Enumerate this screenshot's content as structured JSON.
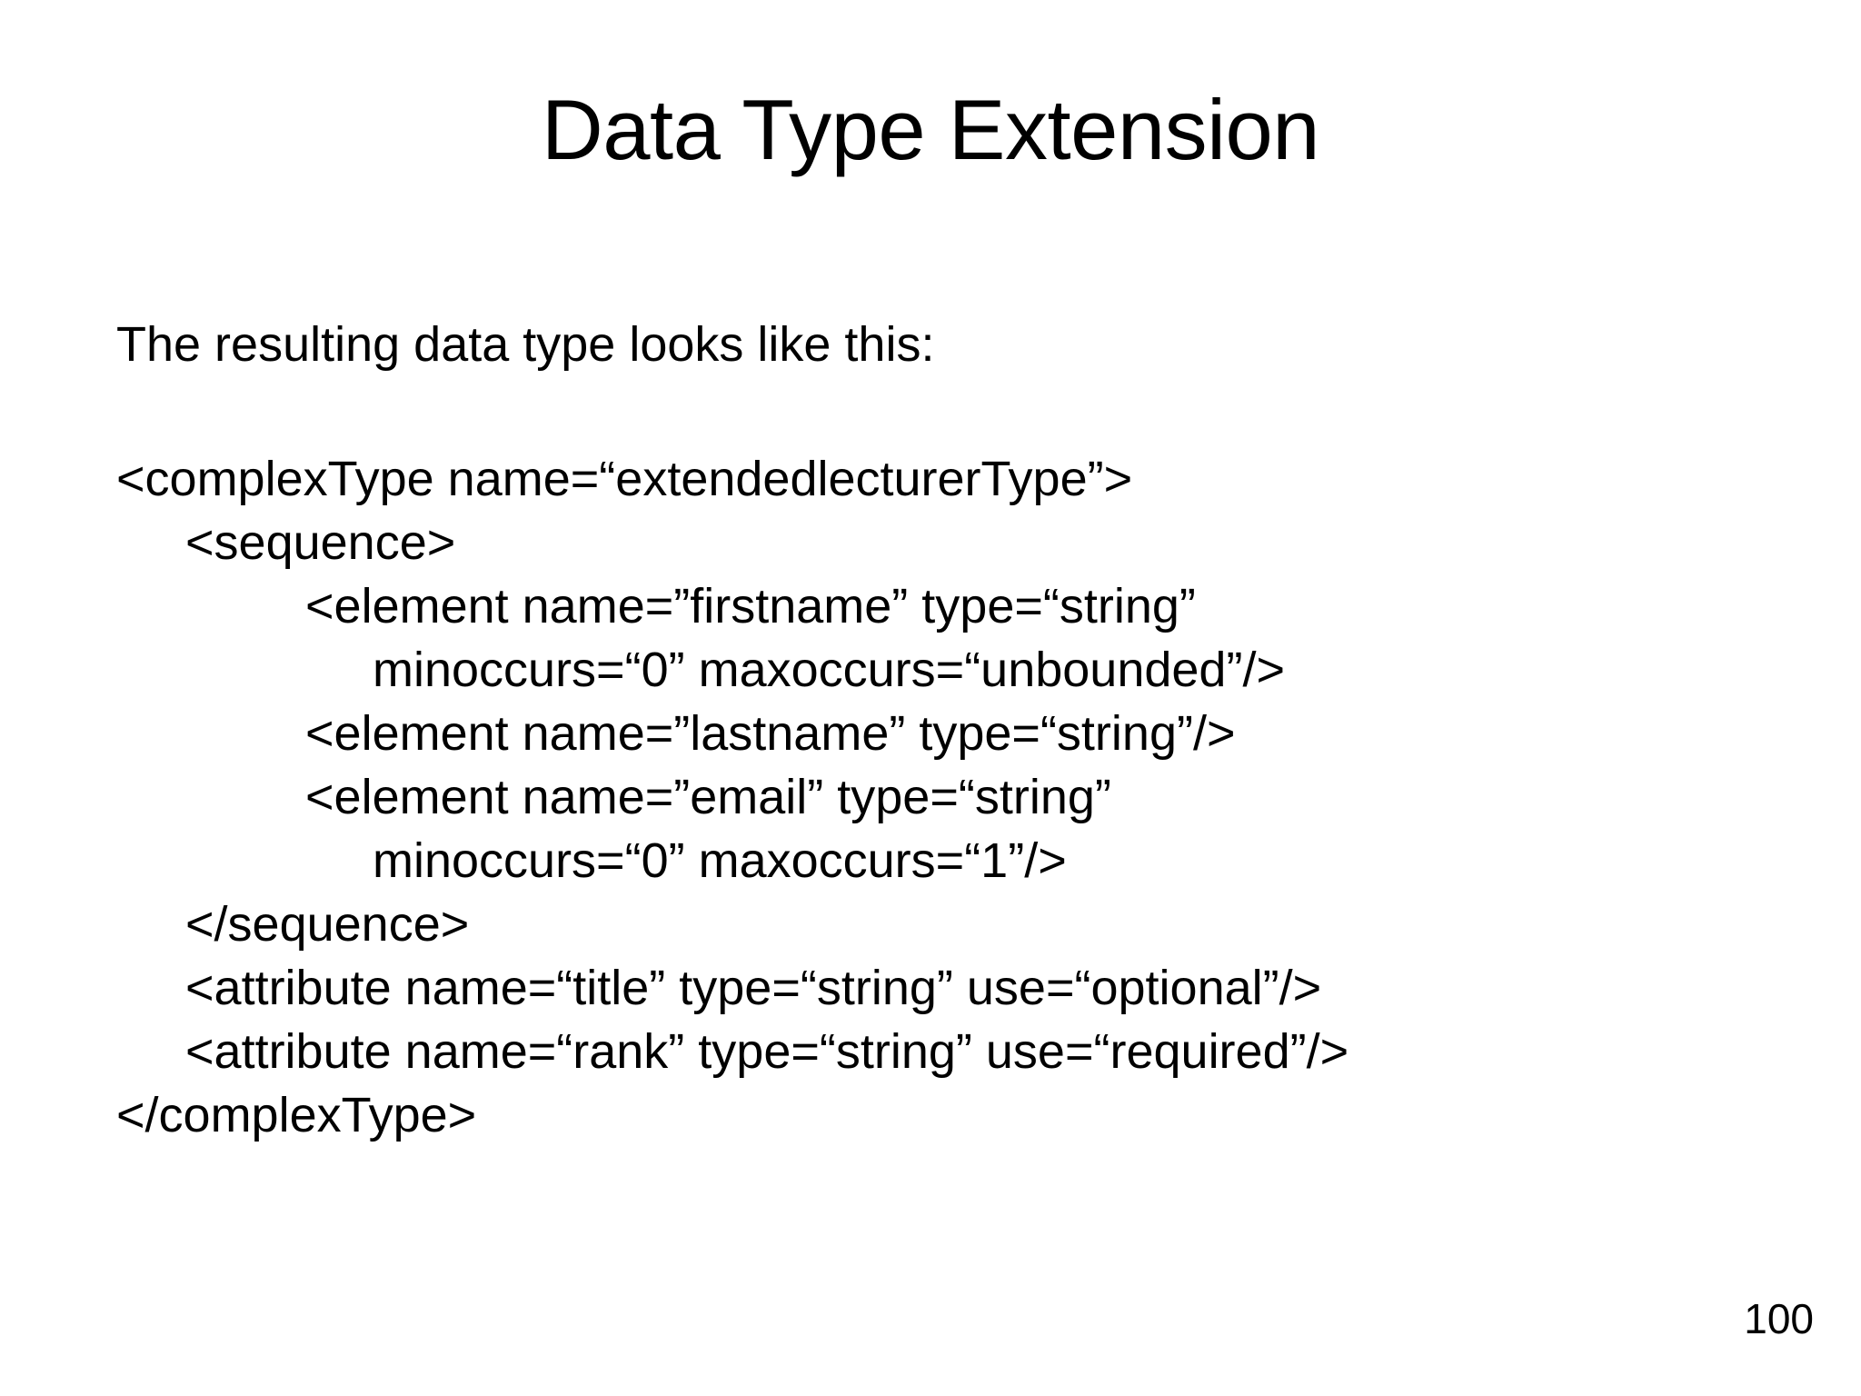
{
  "slide": {
    "title": "Data Type Extension",
    "page_number": "100",
    "background_color": "#ffffff",
    "text_color": "#000000"
  },
  "body": {
    "intro": "The resulting data type looks like this:",
    "code_lines": [
      {
        "indent": 0,
        "text": "<complexType name=“extendedlecturerType”>"
      },
      {
        "indent": 1,
        "text": "<sequence>"
      },
      {
        "indent": 2,
        "text": "<element name=”firstname” type=“string”"
      },
      {
        "indent": 3,
        "text": "minoccurs=“0” maxoccurs=“unbounded”/>"
      },
      {
        "indent": 2,
        "text": "<element name=”lastname” type=“string”/>"
      },
      {
        "indent": 2,
        "text": "<element name=”email” type=“string”"
      },
      {
        "indent": 3,
        "text": "minoccurs=“0” maxoccurs=“1”/>"
      },
      {
        "indent": 1,
        "text": "</sequence>"
      },
      {
        "indent": 1,
        "text": "<attribute name=“title” type=“string” use=“optional”/>"
      },
      {
        "indent": 1,
        "text": "<attribute name=“rank” type=“string” use=“required”/>"
      },
      {
        "indent": 0,
        "text": "</complexType>"
      }
    ]
  }
}
